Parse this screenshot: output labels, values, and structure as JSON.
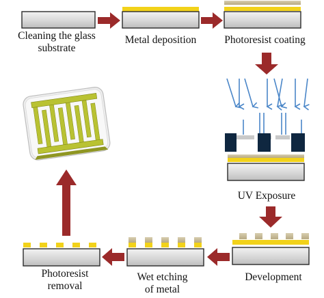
{
  "steps": {
    "cleaning": {
      "label": "Cleaning the glass\nsubstrate"
    },
    "metal_deposition": {
      "label": "Metal deposition"
    },
    "photoresist_coating": {
      "label": "Photoresist coating"
    },
    "uv_exposure": {
      "label": "UV Exposure"
    },
    "development": {
      "label": "Development"
    },
    "wet_etching": {
      "label": "Wet etching\nof metal"
    },
    "photoresist_removal": {
      "label": "Photoresist\nremoval"
    }
  },
  "colors": {
    "substrate_fill": "#d6d6d6",
    "substrate_border": "#2a2a2a",
    "metal": "#f2d21a",
    "photoresist": "#c9bc98",
    "arrow": "#9b2a2a",
    "uv_light": "#4a86c8",
    "mask": "#0f2740",
    "electrode": "#b9c232"
  }
}
